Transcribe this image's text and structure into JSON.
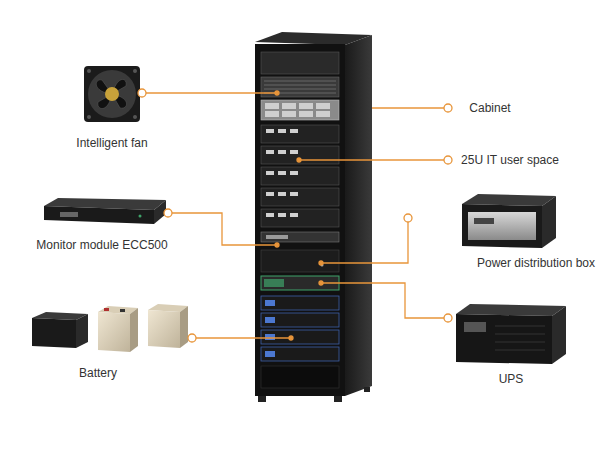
{
  "diagram": {
    "labels": [
      "Intelligent fan",
      "Cabinet",
      "25U IT user space",
      "Monitor module ECC500",
      "Power distribution box",
      "Battery",
      "UPS"
    ]
  }
}
